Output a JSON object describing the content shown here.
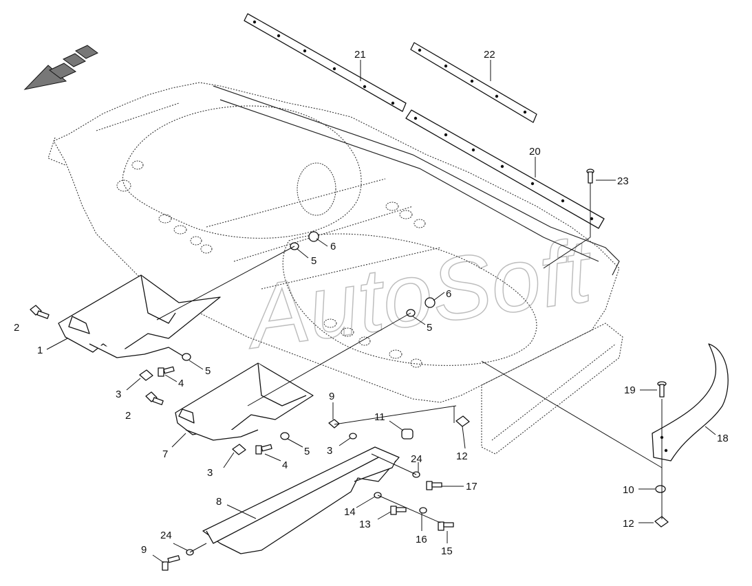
{
  "watermark": "AutoSoft",
  "callouts": [
    {
      "id": "c21",
      "label": "21"
    },
    {
      "id": "c22",
      "label": "22"
    },
    {
      "id": "c20",
      "label": "20"
    },
    {
      "id": "c23",
      "label": "23"
    },
    {
      "id": "c6a",
      "label": "6"
    },
    {
      "id": "c5a",
      "label": "5"
    },
    {
      "id": "c6b",
      "label": "6"
    },
    {
      "id": "c5b",
      "label": "5"
    },
    {
      "id": "c2a",
      "label": "2"
    },
    {
      "id": "c1",
      "label": "1"
    },
    {
      "id": "c5c",
      "label": "5"
    },
    {
      "id": "c4a",
      "label": "4"
    },
    {
      "id": "c3a",
      "label": "3"
    },
    {
      "id": "c2b",
      "label": "2"
    },
    {
      "id": "c7",
      "label": "7"
    },
    {
      "id": "c5d",
      "label": "5"
    },
    {
      "id": "c4b",
      "label": "4"
    },
    {
      "id": "c3b",
      "label": "3"
    },
    {
      "id": "c9a",
      "label": "9"
    },
    {
      "id": "c3c",
      "label": "3"
    },
    {
      "id": "c11",
      "label": "11"
    },
    {
      "id": "c12a",
      "label": "12"
    },
    {
      "id": "c24a",
      "label": "24"
    },
    {
      "id": "c17",
      "label": "17"
    },
    {
      "id": "c8",
      "label": "8"
    },
    {
      "id": "c14",
      "label": "14"
    },
    {
      "id": "c13",
      "label": "13"
    },
    {
      "id": "c16",
      "label": "16"
    },
    {
      "id": "c15",
      "label": "15"
    },
    {
      "id": "c24b",
      "label": "24"
    },
    {
      "id": "c9b",
      "label": "9"
    },
    {
      "id": "c19",
      "label": "19"
    },
    {
      "id": "c18",
      "label": "18"
    },
    {
      "id": "c10",
      "label": "10"
    },
    {
      "id": "c12b",
      "label": "12"
    }
  ]
}
